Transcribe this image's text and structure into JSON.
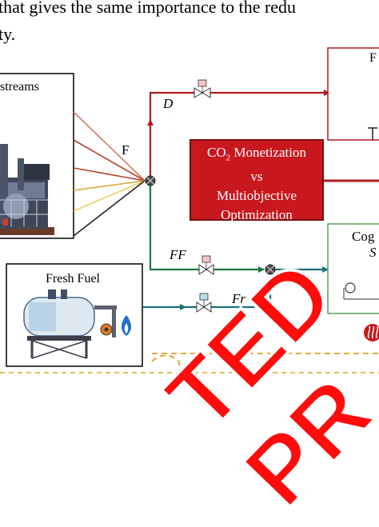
{
  "header_text": {
    "line1": "that gives the same importance to the redu",
    "line2": "ty."
  },
  "labels": {
    "streams_box": "streams",
    "fresh_fuel_box": "Fresh Fuel",
    "stream_F": "F",
    "stream_D": "D",
    "stream_FF": "FF",
    "stream_Fr": "Fr",
    "right_box_top": "F",
    "cog_box": "Cog",
    "cog_box_sub": "S"
  },
  "co2_box": {
    "line1_prefix": "CO",
    "line1_sub": "2",
    "line1_suffix": " Monetization",
    "line2": "vs",
    "line3": "Multiobjective",
    "line4": "Optimization"
  },
  "watermark": {
    "text": "TED PR",
    "color": "#ff0000"
  },
  "colors": {
    "red_line": "#b01c22",
    "green_line": "#1b7a3c",
    "teal_line": "#1f6f7a",
    "co2_fill": "#c8181e",
    "dashed_orange": "#e0a020",
    "ray_colors": [
      "#d07a60",
      "#b6402a",
      "#d9aa36",
      "#e7d060",
      "#222222"
    ]
  },
  "icons": [
    "valve-icon",
    "flow-meter-icon",
    "storage-tank-icon",
    "refinery-icon",
    "flame-icon",
    "pump-icon"
  ]
}
